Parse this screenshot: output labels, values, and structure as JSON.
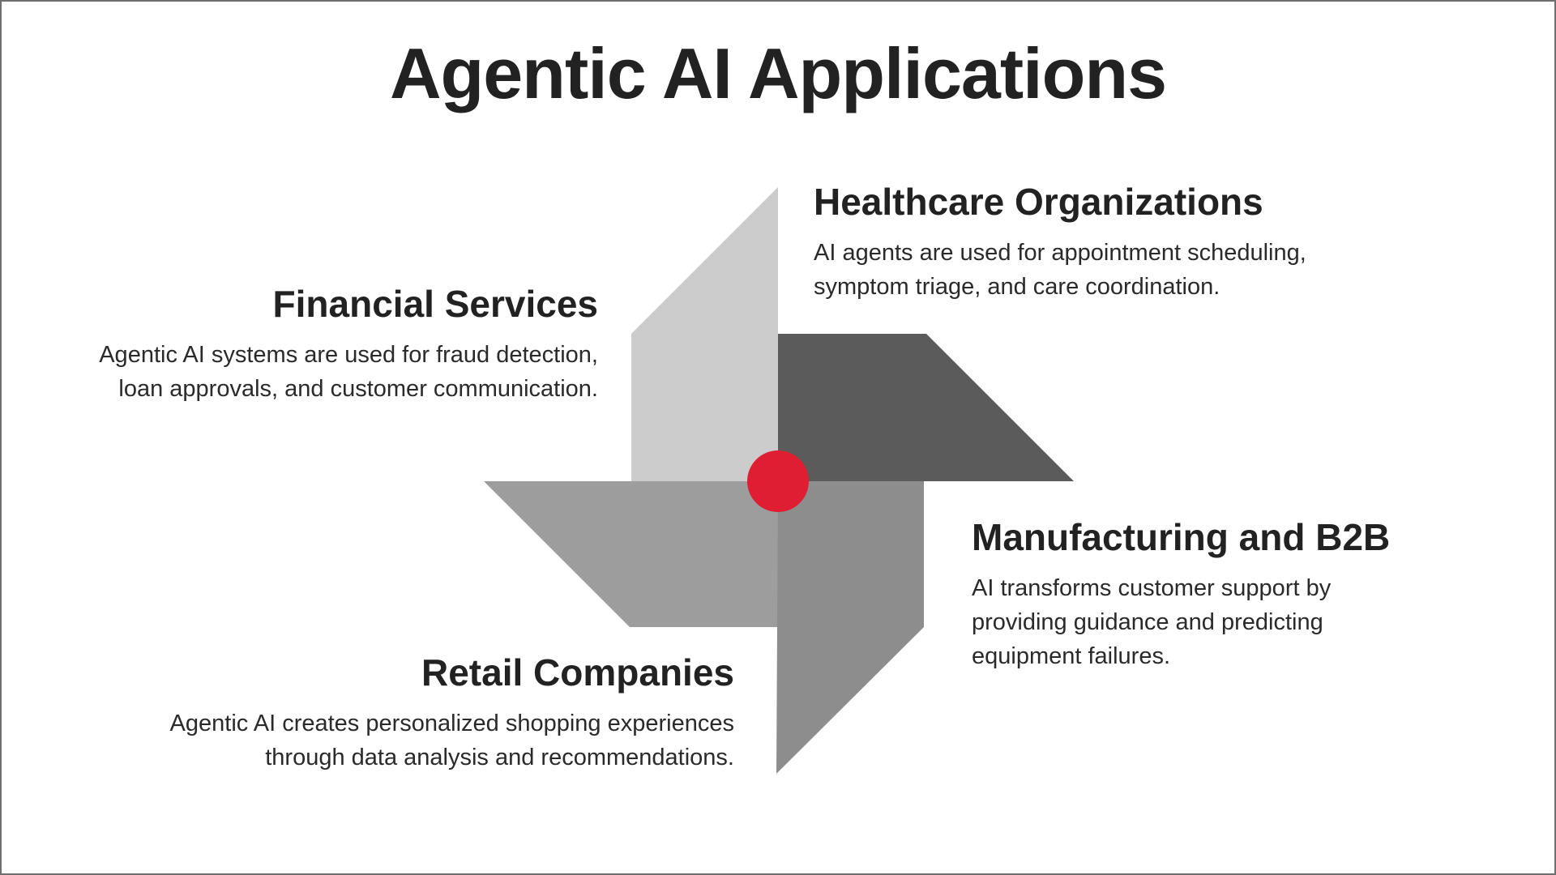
{
  "title": "Agentic AI Applications",
  "colors": {
    "accent": "#e01e32",
    "petal_top_left": "#cccccc",
    "petal_top_right": "#5b5b5b",
    "petal_bottom_left": "#9d9d9d",
    "petal_bottom_right": "#8d8d8d",
    "text": "#222222"
  },
  "sections": {
    "financial": {
      "heading": "Financial Services",
      "line1": "Agentic AI systems are used for fraud detection,",
      "line2": "loan approvals, and customer communication."
    },
    "healthcare": {
      "heading": "Healthcare Organizations",
      "line1": "AI agents are used for appointment scheduling,",
      "line2": "symptom triage, and care coordination."
    },
    "manufacturing": {
      "heading": "Manufacturing and B2B",
      "line1": "AI transforms customer support by",
      "line2": "providing guidance and predicting",
      "line3": "equipment failures."
    },
    "retail": {
      "heading": "Retail Companies",
      "line1": "Agentic AI creates personalized shopping experiences",
      "line2": "through data analysis and recommendations."
    }
  },
  "center_icon": "red-dot-hub"
}
